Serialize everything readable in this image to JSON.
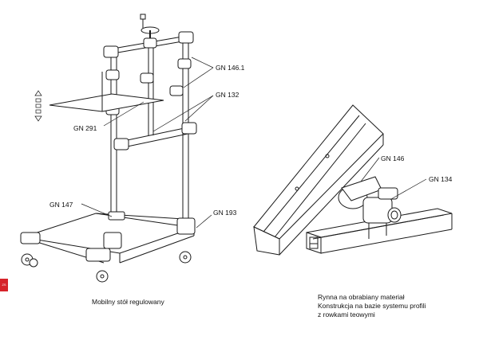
{
  "callouts": {
    "gn146_1": "GN 146.1",
    "gn132": "GN 132",
    "gn291": "GN 291",
    "gn147": "GN 147",
    "gn193": "GN 193",
    "gn146": "GN 146",
    "gn134": "GN 134"
  },
  "captions": {
    "left": "Mobilny stół regulowany",
    "right_line1": "Rynna na obrabiany materiał",
    "right_line2": "Konstrukcja na bazie systemu profili",
    "right_line3": "z rowkami teowymi"
  },
  "badge": {
    "text": "ZS"
  },
  "colors": {
    "line": "#1a1a1a",
    "fill": "#ffffff",
    "accent": "#d6232a"
  }
}
